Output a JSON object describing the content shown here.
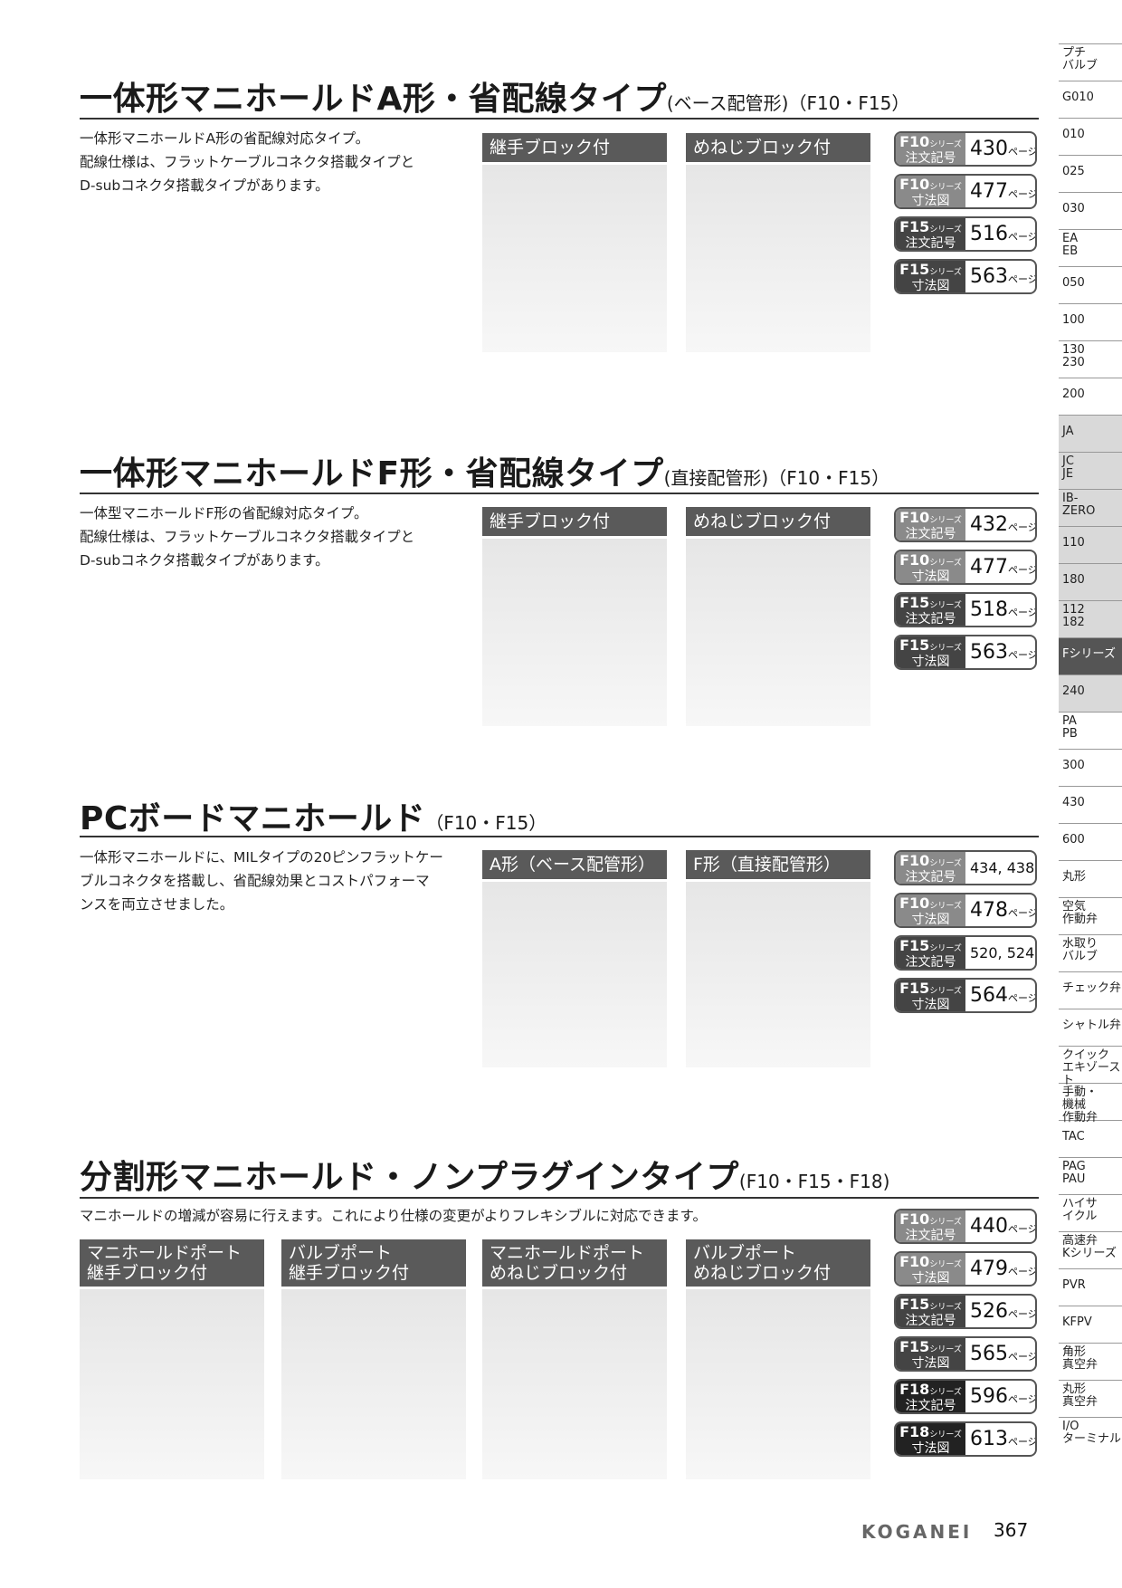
{
  "sections": [
    {
      "title": "一体形マニホールドA形・省配線タイプ",
      "title_sub": "(ベース配管形)（F10・F15）",
      "desc": [
        "一体形マニホールドA形の省配線対応タイプ。",
        "配線仕様は、フラットケーブルコネクタ搭載タイプと",
        "D-subコネクタ搭載タイプがあります。"
      ],
      "cards": [
        "継手ブロック付",
        "めねじブロック付"
      ],
      "refs": [
        {
          "series": "F10",
          "kind": "注文記号",
          "page": "430"
        },
        {
          "series": "F10",
          "kind": "寸法図",
          "page": "477"
        },
        {
          "series": "F15",
          "kind": "注文記号",
          "page": "516"
        },
        {
          "series": "F15",
          "kind": "寸法図",
          "page": "563"
        }
      ]
    },
    {
      "title": "一体形マニホールドF形・省配線タイプ",
      "title_sub": "(直接配管形)（F10・F15）",
      "desc": [
        "一体型マニホールドF形の省配線対応タイプ。",
        "配線仕様は、フラットケーブルコネクタ搭載タイプと",
        "D-subコネクタ搭載タイプがあります。"
      ],
      "cards": [
        "継手ブロック付",
        "めねじブロック付"
      ],
      "refs": [
        {
          "series": "F10",
          "kind": "注文記号",
          "page": "432"
        },
        {
          "series": "F10",
          "kind": "寸法図",
          "page": "477"
        },
        {
          "series": "F15",
          "kind": "注文記号",
          "page": "518"
        },
        {
          "series": "F15",
          "kind": "寸法図",
          "page": "563"
        }
      ]
    },
    {
      "title": "PCボードマニホールド",
      "title_sub": "（F10・F15）",
      "desc": [
        "一体形マニホールドに、MILタイプの20ピンフラットケー",
        "ブルコネクタを搭載し、省配線効果とコストパフォーマ",
        "ンスを両立させました。"
      ],
      "cards": [
        "A形（ベース配管形）",
        "F形（直接配管形）"
      ],
      "refs": [
        {
          "series": "F10",
          "kind": "注文記号",
          "page": "434, 438"
        },
        {
          "series": "F10",
          "kind": "寸法図",
          "page": "478"
        },
        {
          "series": "F15",
          "kind": "注文記号",
          "page": "520, 524"
        },
        {
          "series": "F15",
          "kind": "寸法図",
          "page": "564"
        }
      ]
    },
    {
      "title": "分割形マニホールド・ノンプラグインタイプ",
      "title_sub": "(F10・F15・F18)",
      "desc": [
        "マニホールドの増減が容易に行えます。これにより仕様の変更がよりフレキシブルに対応できます。"
      ],
      "cards": [
        {
          "l1": "マニホールドポート",
          "l2": "継手ブロック付"
        },
        {
          "l1": "バルブポート",
          "l2": "継手ブロック付"
        },
        {
          "l1": "マニホールドポート",
          "l2": "めねじブロック付"
        },
        {
          "l1": "バルブポート",
          "l2": "めねじブロック付"
        }
      ],
      "refs": [
        {
          "series": "F10",
          "kind": "注文記号",
          "page": "440"
        },
        {
          "series": "F10",
          "kind": "寸法図",
          "page": "479"
        },
        {
          "series": "F15",
          "kind": "注文記号",
          "page": "526"
        },
        {
          "series": "F15",
          "kind": "寸法図",
          "page": "565"
        },
        {
          "series": "F18",
          "kind": "注文記号",
          "page": "596"
        },
        {
          "series": "F18",
          "kind": "寸法図",
          "page": "613"
        }
      ]
    }
  ],
  "ref_common": {
    "series_suffix": "シリーズ",
    "page_suffix": "ページ"
  },
  "tabs": [
    "プチ\nバルブ",
    "G010",
    "010",
    "025",
    "030",
    "EA\nEB",
    "050",
    "100",
    "130\n230",
    "200",
    "JA",
    "JC\nJE",
    "IB-\nZERO",
    "110",
    "180",
    "112\n182",
    "Fシリーズ",
    "240",
    "PA\nPB",
    "300",
    "430",
    "600",
    "丸形",
    "空気\n作動弁",
    "水取り\nバルブ",
    "チェック弁",
    "シャトル弁",
    "クイック\nエキゾースト",
    "手動・\n機械\n作動弁",
    "TAC",
    "PAG\nPAU",
    "ハイサ\nイクル",
    "高速弁\nKシリーズ",
    "PVR",
    "KFPV",
    "角形\n真空弁",
    "丸形\n真空弁",
    "I/O\nターミナル"
  ],
  "footer": {
    "brand": "KOGANEI",
    "page": "367"
  }
}
